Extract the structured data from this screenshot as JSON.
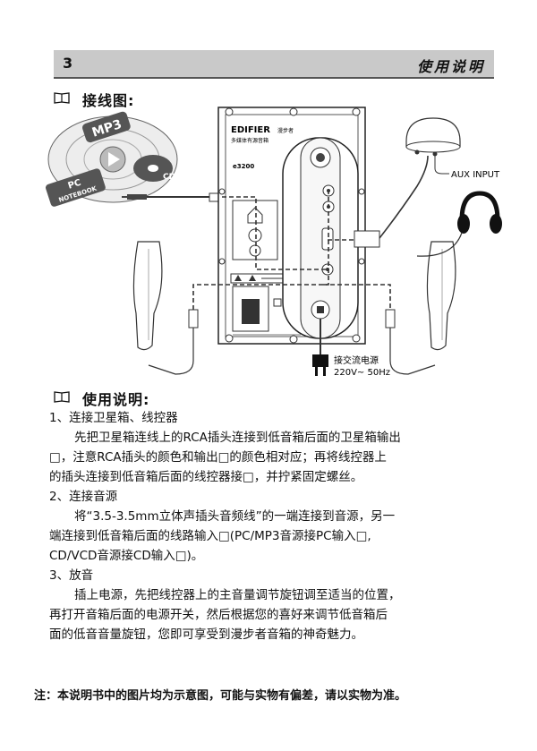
{
  "header": {
    "page_number": "3",
    "title": "使用说明"
  },
  "section_wiring": {
    "title": "接线图:"
  },
  "diagram": {
    "source_badge_mp3": "MP3",
    "source_badge_pc": "PC",
    "source_badge_notebook": "NOTEBOOK",
    "source_badge_cd": "CD",
    "brand": "EDIFIER",
    "brand_cn": "漫步者",
    "brand_subtitle": "多媒体有源音箱",
    "model": "e3200",
    "aux_input": "AUX INPUT",
    "power_label_cn": "接交流电源",
    "power_label_spec": "220V~ 50Hz"
  },
  "section_usage": {
    "title": "使用说明:"
  },
  "instructions": [
    {
      "heading": "1、连接卫星箱、线控器",
      "lines": [
        "先把卫星箱连线上的RCA插头连接到低音箱后面的卫星箱输出",
        "□，注意RCA插头的颜色和输出□的颜色相对应；再将线控器上",
        "的插头连接到低音箱后面的线控器接□，并拧紧固定螺丝。"
      ]
    },
    {
      "heading": "2、连接音源",
      "lines": [
        "将“3.5-3.5mm立体声插头音频线”的一端连接到音源，另一",
        "端连接到低音箱后面的线路输入□(PC/MP3音源接PC输入□,",
        "CD/VCD音源接CD输入□)。"
      ]
    },
    {
      "heading": "3、放音",
      "lines": [
        "插上电源，先把线控器上的主音量调节旋钮调至适当的位置，",
        "再打开音箱后面的电源开关，然后根据您的喜好来调节低音箱后",
        "面的低音音量旋钮，您即可享受到漫步者音箱的神奇魅力。"
      ]
    }
  ],
  "note": "注：本说明书中的图片均为示意图，可能与实物有偏差，请以实物为准。"
}
